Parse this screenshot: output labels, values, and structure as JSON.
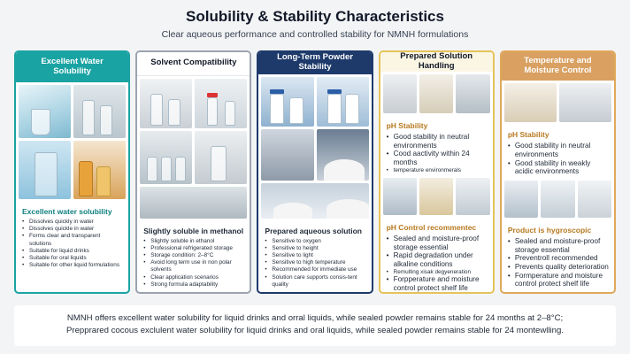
{
  "header": {
    "title": "Solubility & Stability Characteristics",
    "subtitle": "Clear aqueous performance and controlled stability for NMNH formulations"
  },
  "cards": [
    {
      "title": "Excellent Water Solubility",
      "section_title": "Excellent water solubility",
      "items": [
        "Dissolves quickly in water",
        "Dissolves quickle in water",
        "Forms clear and transparent solutions",
        "Suitable for liquid drinks",
        "Suitable for oral liquids",
        "Suitable for other liquid formulations"
      ]
    },
    {
      "title": "Solvent Compatibility",
      "section_title": "Slightly soluble in methanol",
      "items": [
        "Slightly soluble in ethanol",
        "Professional refrigerated storage",
        "Storage condition: 2–8°C",
        "Avoid long term use in non polar solvents",
        "Clear application scenarios",
        "Strong formula adaptability"
      ]
    },
    {
      "title": "Long-Term Powder Stability",
      "section_title": "Prepared aqueous solution",
      "items": [
        "Sensitive to oxygen",
        "Sensitive to height",
        "Sensitive to light",
        "Sensitive to high temperature",
        "Recommended for immediate use",
        "Solution care supports consis-tent quality"
      ]
    },
    {
      "title": "Prepared Solution Handling",
      "section_title": "pH Stability",
      "items": [
        "Good stability in neutral environments",
        "Cood aactivity within 24 months",
        "temperature environmerals"
      ],
      "section2_title": "pH Control recommentec",
      "items2": [
        "Sealed and moisture-proof storage essential",
        "Rapid degradation under alkaline conditions",
        "Remulting xisak degyeneration",
        "Forpperature and moisture control protect shelf life"
      ]
    },
    {
      "title": "Temperature and Moisture Control",
      "section_title": "pH Stability",
      "items": [
        "Good stability in neutral environments",
        "Good stability in weakly acidic environments"
      ],
      "section2_title": "Product is hygroscopic",
      "items2": [
        "Sealed and moisture-proof storage essential",
        "Preventroll recommended",
        "Prevents quality deterioration",
        "Formperature and moisture control protect shelf life"
      ]
    }
  ],
  "summary": {
    "line1": "NMNH offers excellent water solubility for liquid drinks and orral liquids, while sealed powder remains stable for 24 months at 2–8°C;",
    "line2": "Prepprared cocous exclulent water solubility for liquid drinks and oral liquids, while sealed powder remains stable for 24 montewlling."
  },
  "colors": {
    "teal": "#1aa3a3",
    "navy": "#1e3a6b",
    "gold": "#e6c35a",
    "amber": "#d9a061"
  }
}
